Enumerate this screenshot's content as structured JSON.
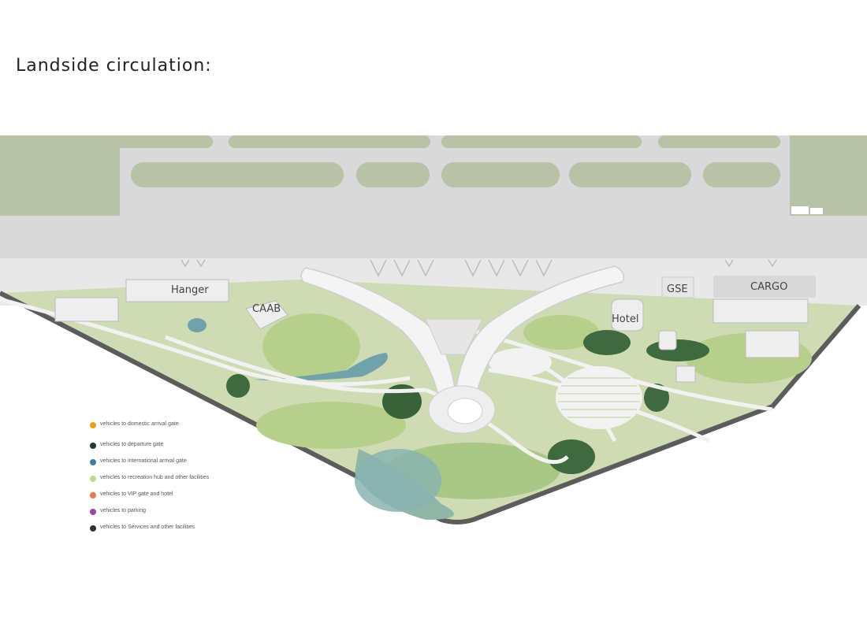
{
  "title": "Landside circulation:",
  "map_labels": {
    "hanger": "Hanger",
    "caab": "CAAB",
    "hotel": "Hotel",
    "gse": "GSE",
    "cargo": "CARGO"
  },
  "legend": [
    {
      "text": "vehicles to domestic arrival gate",
      "color": "#e8a21a"
    },
    {
      "text": "vehicles to departure gate",
      "color": "#1f3a38"
    },
    {
      "text": "vehicles to international arrival gate",
      "color": "#3e7ea3"
    },
    {
      "text": "vehicles to recreation hub and other facilities",
      "color": "#b9dc8f"
    },
    {
      "text": "vehicles to VIP gate and hotel",
      "color": "#e8794a"
    },
    {
      "text": "vehicles to parking",
      "color": "#9b45a8"
    },
    {
      "text": "vehicles to Services and other facilities",
      "color": "#333333"
    }
  ]
}
